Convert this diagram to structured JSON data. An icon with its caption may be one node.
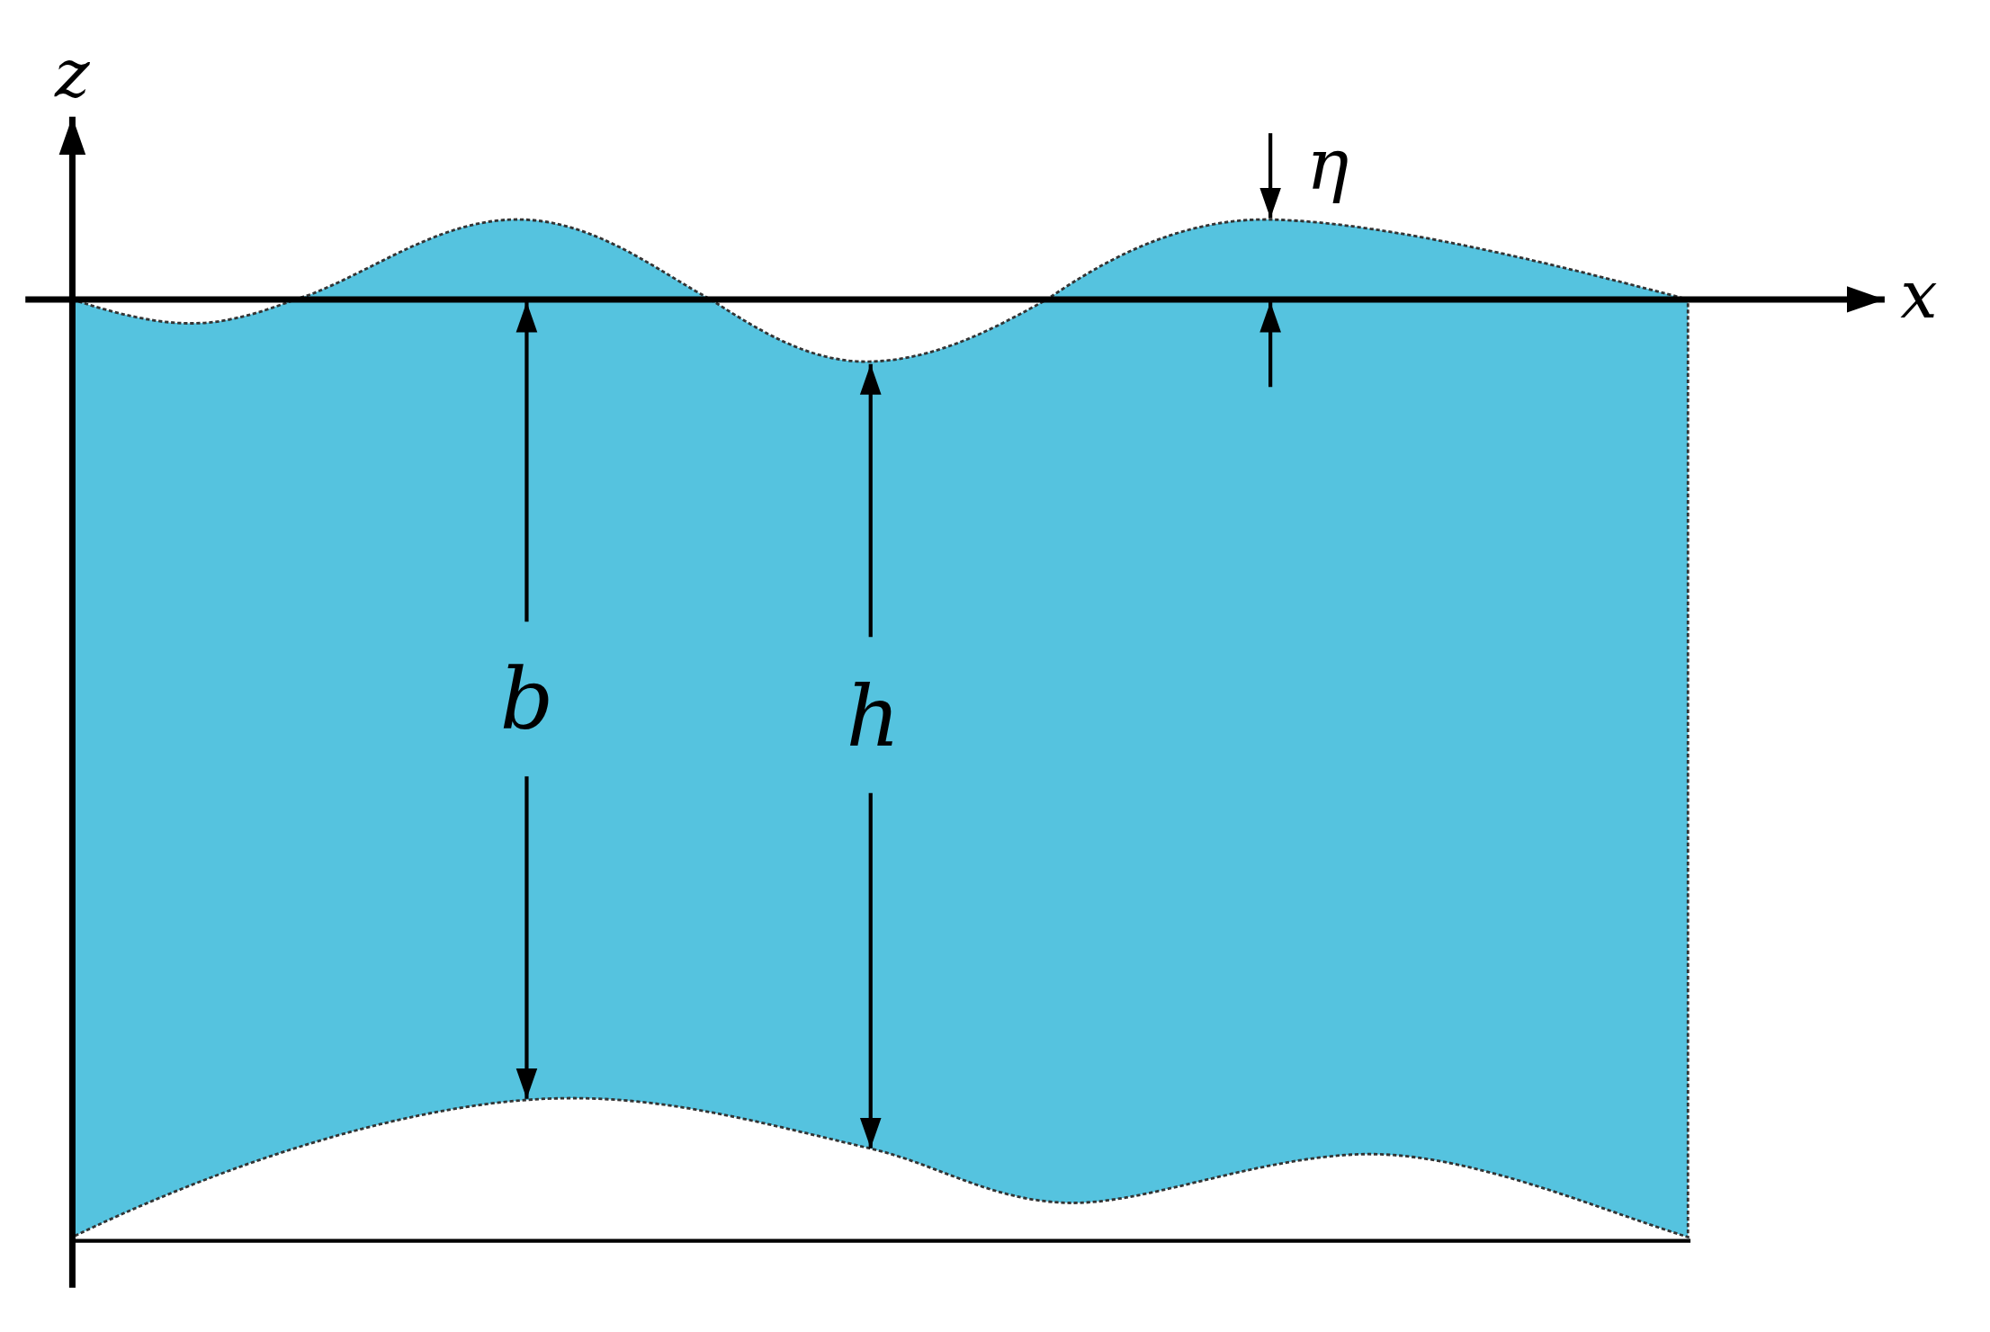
{
  "diagram": {
    "labels": [
      "z",
      "η",
      "x",
      "b",
      "h"
    ]
  }
}
